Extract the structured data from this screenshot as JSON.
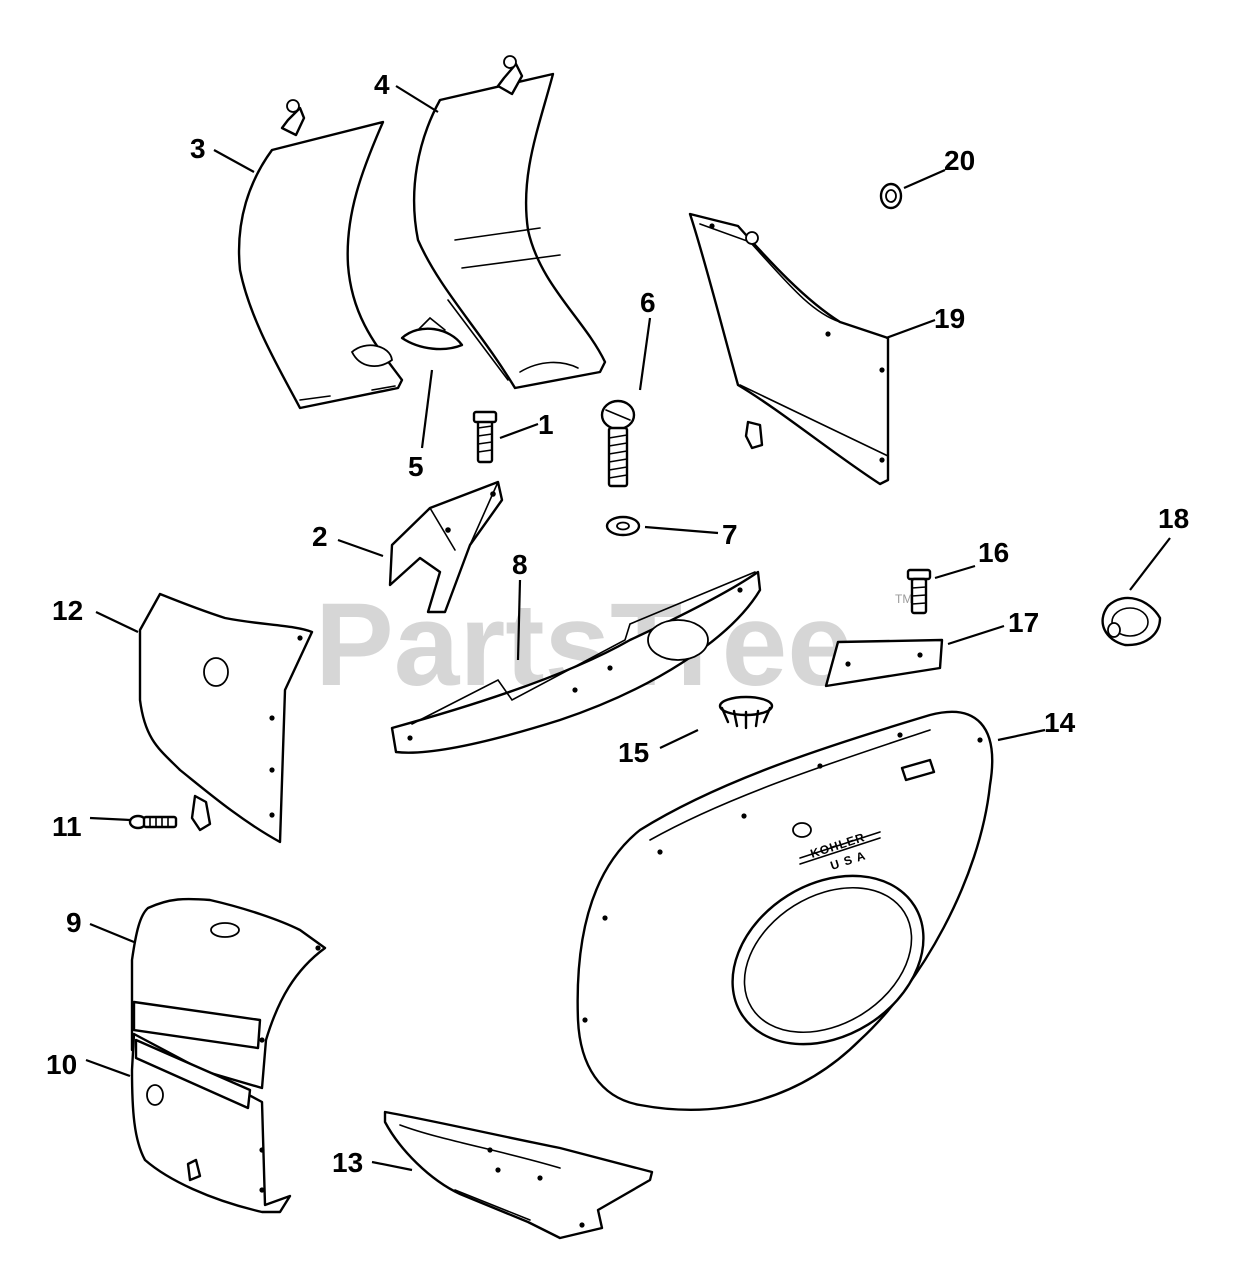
{
  "watermark": {
    "text": "PartsTree",
    "tm": "TM"
  },
  "brand": {
    "line1": "KOHLER",
    "line2": "U S A"
  },
  "callouts": [
    "1",
    "2",
    "3",
    "4",
    "5",
    "6",
    "7",
    "8",
    "9",
    "10",
    "11",
    "12",
    "13",
    "14",
    "15",
    "16",
    "17",
    "18",
    "19",
    "20"
  ],
  "colors": {
    "ink": "#000000",
    "paper": "#ffffff",
    "watermark": "#c9c9c9"
  }
}
